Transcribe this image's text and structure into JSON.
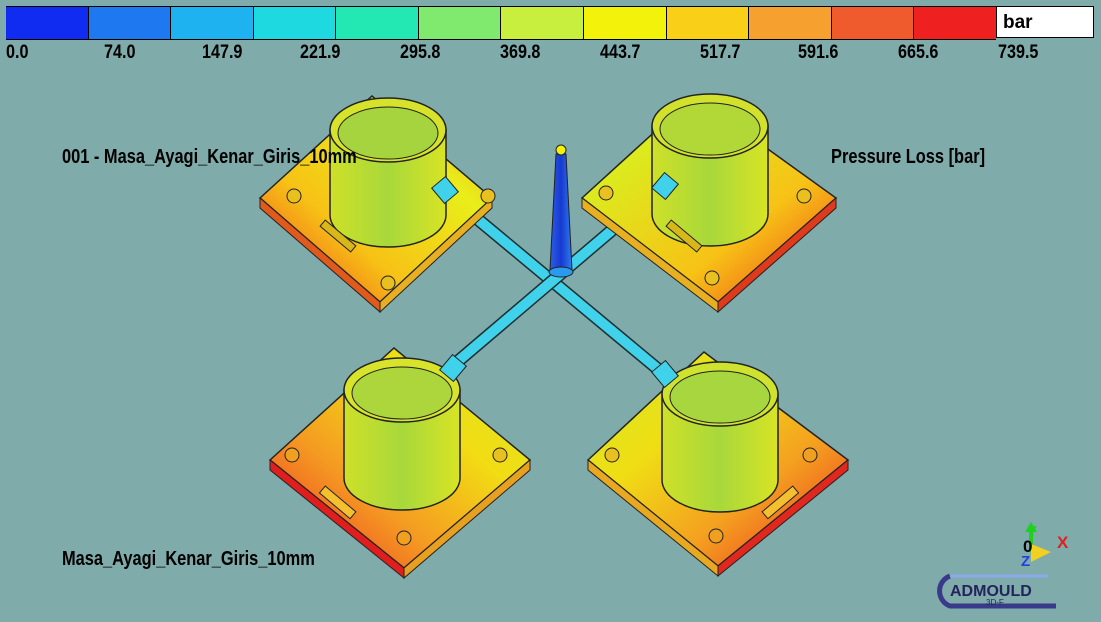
{
  "colorbar": {
    "unit": "bar",
    "colors": [
      "#0F2CF0",
      "#1E79F0",
      "#1FB2F0",
      "#1FD9E0",
      "#24E8B4",
      "#7FEA6E",
      "#C8EE3E",
      "#F2F20A",
      "#F9CF18",
      "#F6A030",
      "#EF5B2C",
      "#EE2020"
    ],
    "ticks": [
      "0.0",
      "74.0",
      "147.9",
      "221.9",
      "295.8",
      "369.8",
      "443.7",
      "517.7",
      "591.6",
      "665.6",
      "739.5"
    ]
  },
  "labels": {
    "study": "001 - Masa_Ayagi_Kenar_Giris_10mm",
    "result": "Pressure Loss [bar]",
    "model": "Masa_Ayagi_Kenar_Giris_10mm"
  },
  "axes": {
    "y": "Y",
    "x": "X",
    "z": "Z",
    "origin": "0"
  },
  "logo": {
    "text": "ADMOULD",
    "sub": "3D-F"
  }
}
